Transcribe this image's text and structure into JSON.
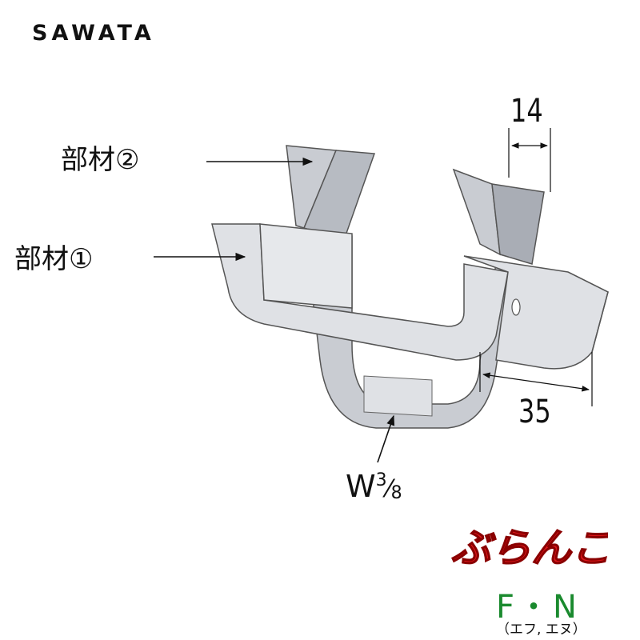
{
  "brand": "SAWATA",
  "labels": {
    "part2": "部材②",
    "part1": "部材①",
    "dim_top": "14",
    "dim_right": "35",
    "w_base": "W",
    "w_num": "3",
    "w_slash": "⁄",
    "w_den": "8"
  },
  "logo": {
    "text": "ぶらんこ",
    "fn": "F・N",
    "fn_reading": "（エフ, エヌ）"
  },
  "colors": {
    "logo_red": "#e0161b",
    "fn_green": "#1a8a2e",
    "metal": "#c9ccd2",
    "metal_dark": "#a9adb5"
  }
}
